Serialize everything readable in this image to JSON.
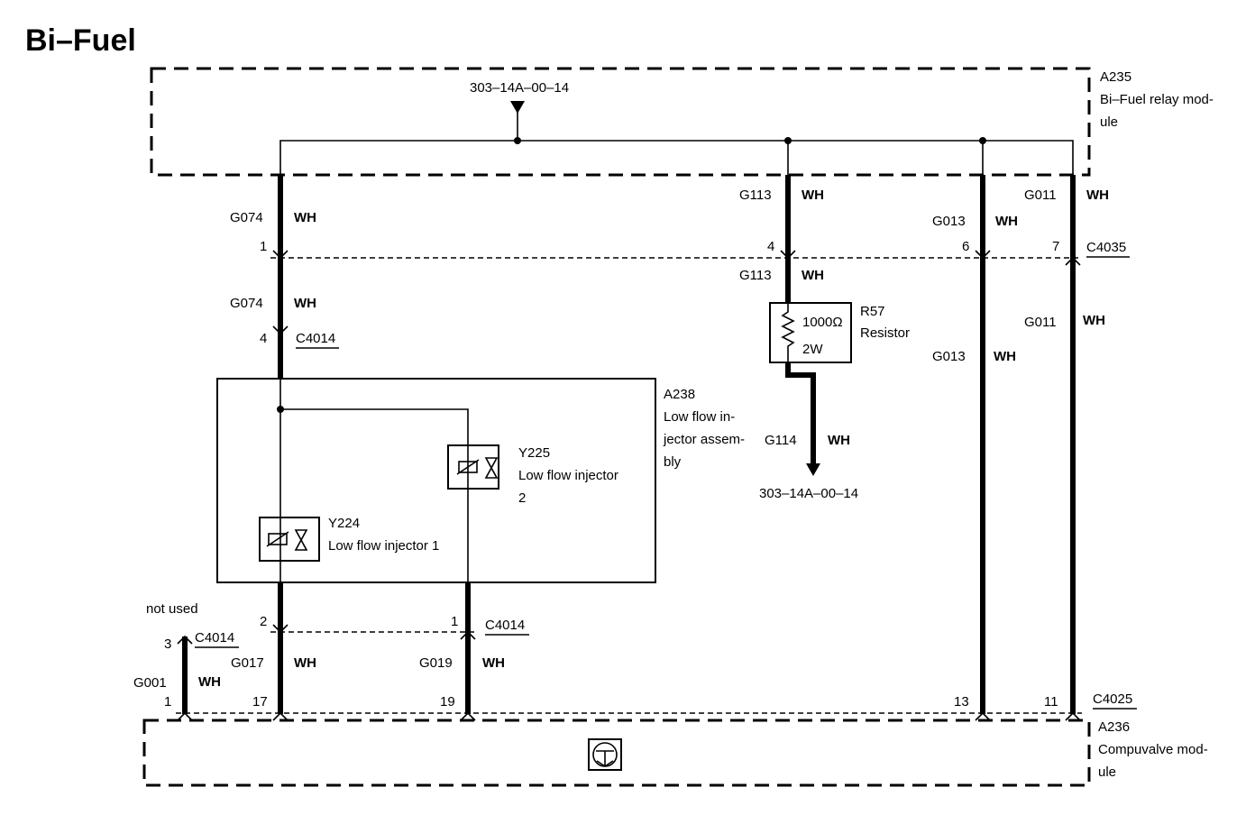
{
  "title": "Bi–Fuel",
  "modules": {
    "a235": {
      "id": "A235",
      "desc1": "Bi–Fuel relay mod-",
      "desc2": "ule"
    },
    "a238": {
      "id": "A238",
      "desc1": "Low flow in-",
      "desc2": "jector assem-",
      "desc3": "bly"
    },
    "a236": {
      "id": "A236",
      "desc1": "Compuvalve mod-",
      "desc2": "ule"
    }
  },
  "ground_ref_top": "303–14A–00–14",
  "ground_ref_bottom": "303–14A–00–14",
  "injectors": {
    "y224": {
      "id": "Y224",
      "desc": "Low flow injector 1"
    },
    "y225": {
      "id": "Y225",
      "desc1": "Low flow injector",
      "desc2": "2"
    }
  },
  "resistor": {
    "id": "R57",
    "desc": "Resistor",
    "ohms": "1000Ω",
    "watts": "2W"
  },
  "connectors": {
    "c4035": "C4035",
    "c4014_top": "C4014",
    "c4014_mid_right": "C4014",
    "c4014_left": "C4014",
    "c4025": "C4025"
  },
  "circuits": {
    "g074_a": "G074",
    "g074_b": "G074",
    "g113_a": "G113",
    "g113_b": "G113",
    "g013_a": "G013",
    "g013_b": "G013",
    "g011_a": "G011",
    "g011_b": "G011",
    "g114": "G114",
    "g017": "G017",
    "g019": "G019",
    "g001": "G001"
  },
  "wire_color": "WH",
  "pins": {
    "p1_c4035": "1",
    "p4_c4035": "4",
    "p6_c4035": "6",
    "p7_c4035": "7",
    "p4_c4014": "4",
    "p2_c4014": "2",
    "p1_c4014": "1",
    "p3_c4014": "3",
    "p1_c4025": "1",
    "p17_c4025": "17",
    "p19_c4025": "19",
    "p13_c4025": "13",
    "p11_c4025": "11"
  },
  "note_not_used": "not used"
}
